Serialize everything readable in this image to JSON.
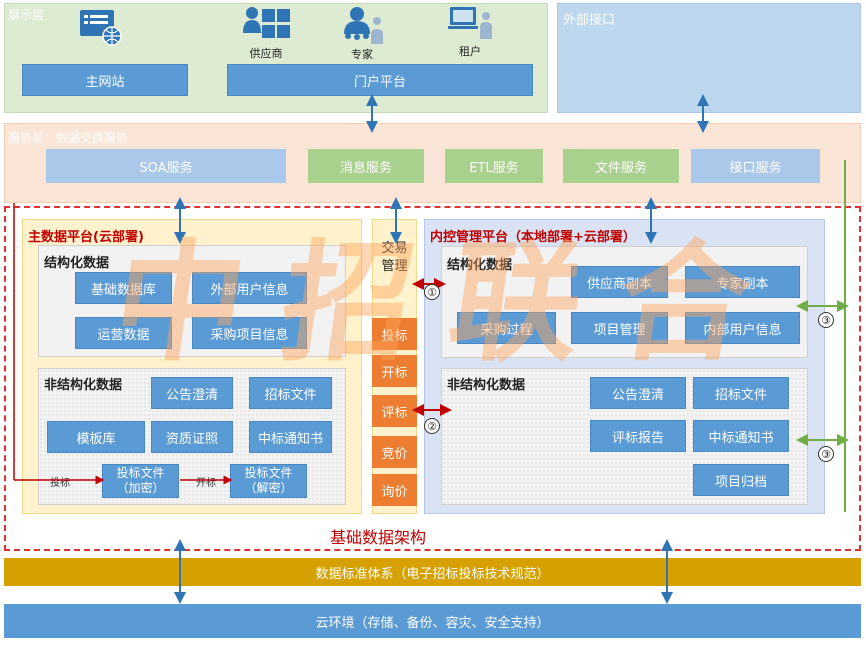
{
  "presentation": {
    "label": "展示层",
    "main_site": "主网站",
    "portal": "门户平台",
    "icons": [
      {
        "name": "website-icon",
        "label": ""
      },
      {
        "name": "supplier-icon",
        "label": "供应商"
      },
      {
        "name": "expert-icon",
        "label": "专家"
      },
      {
        "name": "tenant-icon",
        "label": "租户"
      }
    ]
  },
  "external": {
    "label": "外部接口"
  },
  "service": {
    "label": "服务层：数据交换服务",
    "items": [
      "SOA服务",
      "消息服务",
      "ETL服务",
      "文件服务",
      "接口服务"
    ]
  },
  "master": {
    "title": "主数据平台(云部署)",
    "structured_title": "结构化数据",
    "structured": [
      "基础数据库",
      "外部用户信息",
      "运营数据",
      "采购项目信息"
    ],
    "unstructured_title": "非结构化数据",
    "unstructured": [
      "公告澄清",
      "招标文件",
      "模板库",
      "资质证照",
      "中标通知书"
    ],
    "bid_encrypted": "投标文件\n（加密）",
    "bid_decrypted": "投标文件\n（解密）",
    "flow_bid": "投标",
    "flow_open": "开标"
  },
  "trading": {
    "title": "交易\n管理",
    "items": [
      "投标",
      "开标",
      "评标",
      "竞价",
      "询价"
    ]
  },
  "internal": {
    "title": "内控管理平台（本地部署+云部署）",
    "structured_title": "结构化数据",
    "structured": [
      "供应商副本",
      "专家副本",
      "采购过程",
      "项目管理",
      "内部用户信息"
    ],
    "unstructured_title": "非结构化数据",
    "unstructured": [
      "公告澄清",
      "招标文件",
      "评标报告",
      "中标通知书",
      "项目归档"
    ]
  },
  "markers": [
    "①",
    "②",
    "③",
    "③"
  ],
  "base_label": "基础数据架构",
  "standard_bar": "数据标准体系（电子招标投标技术规范）",
  "cloud_bar": "云环境（存储、备份、容灾、安全支持）",
  "watermark_text": "中招联合",
  "colors": {
    "accent_red": "#c00000",
    "blue": "#5b9bd5",
    "orange": "#ed7d31",
    "gold": "#d6a000",
    "green": "#70ad47"
  }
}
